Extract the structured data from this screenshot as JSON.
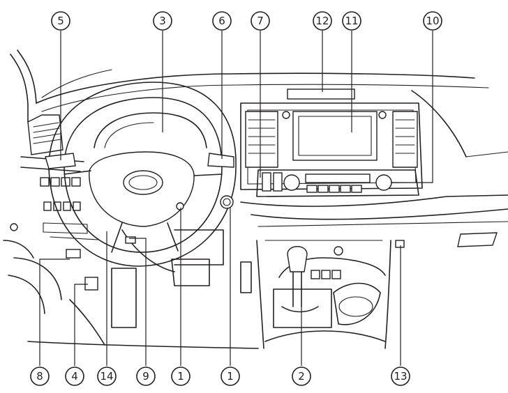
{
  "callouts": [
    {
      "id": "c5",
      "label": "5"
    },
    {
      "id": "c3",
      "label": "3"
    },
    {
      "id": "c6",
      "label": "6"
    },
    {
      "id": "c7",
      "label": "7"
    },
    {
      "id": "c12",
      "label": "12"
    },
    {
      "id": "c11",
      "label": "11"
    },
    {
      "id": "c10",
      "label": "10"
    },
    {
      "id": "c8",
      "label": "8"
    },
    {
      "id": "c4",
      "label": "4"
    },
    {
      "id": "c14",
      "label": "14"
    },
    {
      "id": "c9",
      "label": "9"
    },
    {
      "id": "c1a",
      "label": "1"
    },
    {
      "id": "c1b",
      "label": "1"
    },
    {
      "id": "c2",
      "label": "2"
    },
    {
      "id": "c13",
      "label": "13"
    }
  ]
}
